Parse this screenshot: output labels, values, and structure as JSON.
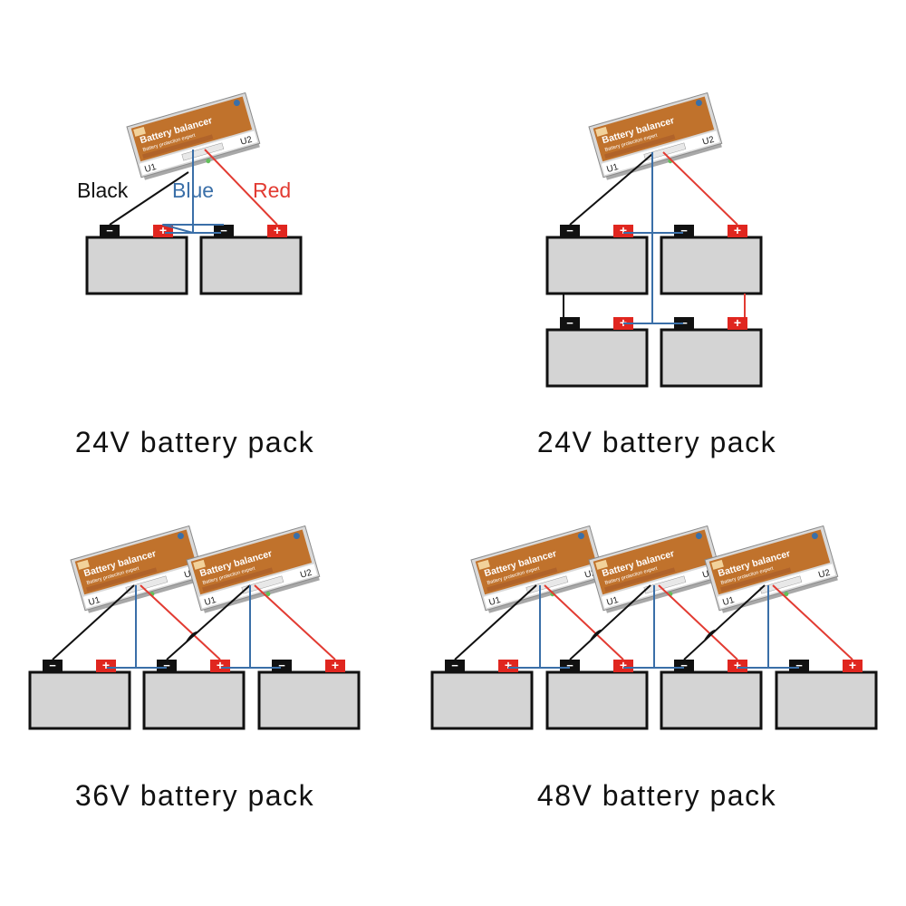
{
  "wire_labels": {
    "black": "Black",
    "blue": "Blue",
    "red": "Red"
  },
  "terminals": {
    "negative": "−",
    "positive": "+"
  },
  "balancer": {
    "title": "Battery balancer",
    "subtitle": "Battery protection expert",
    "port_left": "U1",
    "port_right": "U2"
  },
  "diagrams": [
    {
      "caption": "24V battery pack",
      "batteries": 2,
      "balancers": 1
    },
    {
      "caption": "24V battery pack",
      "batteries": 4,
      "balancers": 1
    },
    {
      "caption": "36V battery pack",
      "batteries": 3,
      "balancers": 2
    },
    {
      "caption": "48V battery pack",
      "batteries": 4,
      "balancers": 3
    }
  ],
  "colors": {
    "black_wire": "#111111",
    "blue_wire": "#3a6fa8",
    "red_wire": "#e23b32",
    "battery_body": "#d4d4d4",
    "negative_terminal": "#111111",
    "positive_terminal": "#e0261f",
    "balancer_label": "#c0722c",
    "balancer_case": "#d9d9d9"
  }
}
